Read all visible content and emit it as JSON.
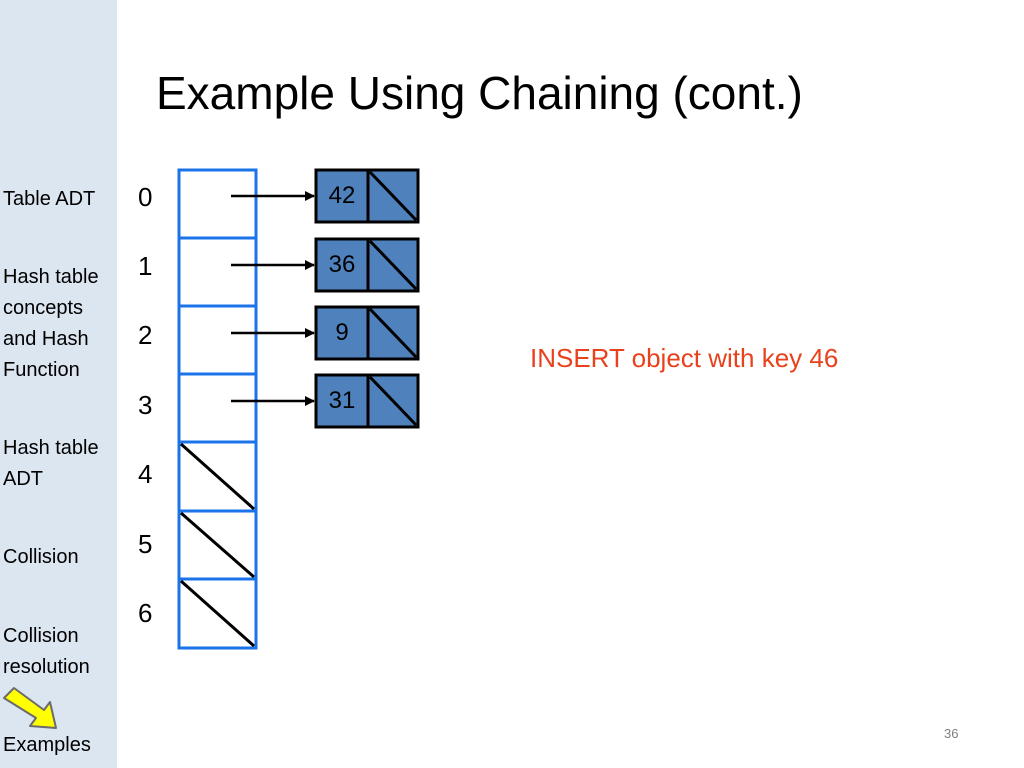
{
  "sidebar": {
    "items": [
      {
        "label": "Table ADT"
      },
      {
        "label": "Hash table concepts and Hash Function"
      },
      {
        "label": "Hash table ADT"
      },
      {
        "label": "Collision"
      },
      {
        "label": "Collision resolution"
      },
      {
        "label": "Examples"
      }
    ],
    "current_marker_icon": "arrow-right-icon",
    "current_marker_color": "#ffff00"
  },
  "slide": {
    "title": "Example Using Chaining (cont.)",
    "instruction": "INSERT object with key 46",
    "page_number": "36"
  },
  "table": {
    "indices": [
      "0",
      "1",
      "2",
      "3",
      "4",
      "5",
      "6"
    ],
    "slots": [
      {
        "index": "0",
        "null": false,
        "chain": [
          "42"
        ]
      },
      {
        "index": "1",
        "null": false,
        "chain": [
          "36"
        ]
      },
      {
        "index": "2",
        "null": false,
        "chain": [
          "9"
        ]
      },
      {
        "index": "3",
        "null": false,
        "chain": [
          "31"
        ]
      },
      {
        "index": "4",
        "null": true,
        "chain": []
      },
      {
        "index": "5",
        "null": true,
        "chain": []
      },
      {
        "index": "6",
        "null": true,
        "chain": []
      }
    ],
    "colors": {
      "table_border": "#1a73e8",
      "node_fill": "#4f81bd",
      "node_border": "#000000",
      "instruction": "#e8421c"
    }
  }
}
